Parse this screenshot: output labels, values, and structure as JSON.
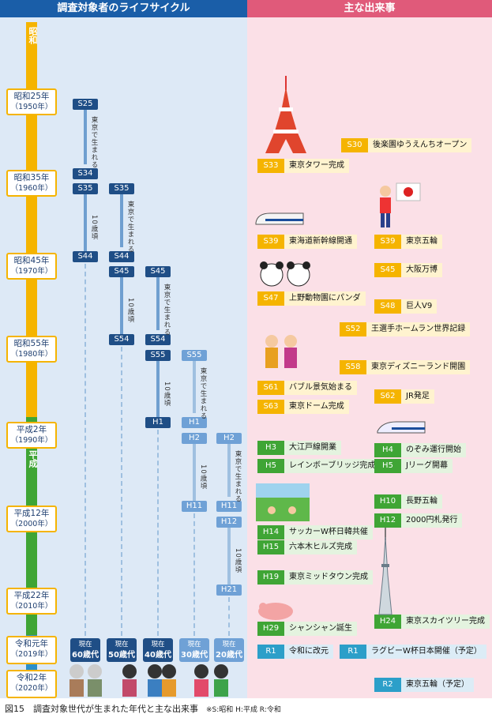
{
  "header": {
    "left_title": "調査対象者のライフサイクル",
    "right_title": "主な出来事"
  },
  "era_bands": {
    "showa": "昭和",
    "heisei": "平成"
  },
  "year_markers": [
    {
      "label": "昭和25年",
      "sub": "（1950年）"
    },
    {
      "label": "昭和35年",
      "sub": "（1960年）"
    },
    {
      "label": "昭和45年",
      "sub": "（1970年）"
    },
    {
      "label": "昭和55年",
      "sub": "（1980年）"
    },
    {
      "label": "平成2年",
      "sub": "（1990年）"
    },
    {
      "label": "平成12年",
      "sub": "（2000年）"
    },
    {
      "label": "平成22年",
      "sub": "（2010年）"
    },
    {
      "label": "令和元年",
      "sub": "（2019年）"
    },
    {
      "label": "令和2年",
      "sub": "（2020年）"
    }
  ],
  "chart_data": {
    "type": "table",
    "generations": [
      {
        "born": "S25",
        "born_end": "S34",
        "adult": "S35",
        "adult_end": "S44",
        "now": "現在 60歳代"
      },
      {
        "born": "S35",
        "born_end": "S44",
        "adult": "S45",
        "adult_end": "S54",
        "now": "現在 50歳代"
      },
      {
        "born": "S45",
        "born_end": "S54",
        "adult": "S55",
        "adult_end": "H1",
        "now": "現在 40歳代"
      },
      {
        "born": "S55",
        "born_end": "H1",
        "adult": "H2",
        "adult_end": "H11",
        "now": "現在 30歳代"
      },
      {
        "born": "H2",
        "born_end": "H11",
        "adult": "H12",
        "adult_end": "H21",
        "now": "現在 20歳代"
      }
    ],
    "born_label": "東京で生まれる",
    "decade_label": "10歳頃",
    "events": [
      {
        "code": "S30",
        "text": "後楽園ゆうえんちオープン"
      },
      {
        "code": "S33",
        "text": "東京タワー完成"
      },
      {
        "code": "S39",
        "text": "東海道新幹線開通"
      },
      {
        "code": "S39",
        "text": "東京五輪"
      },
      {
        "code": "S45",
        "text": "大阪万博"
      },
      {
        "code": "S47",
        "text": "上野動物園にパンダ"
      },
      {
        "code": "S48",
        "text": "巨人V9"
      },
      {
        "code": "S52",
        "text": "王選手ホームラン世界記録"
      },
      {
        "code": "S58",
        "text": "東京ディズニーランド開園"
      },
      {
        "code": "S61",
        "text": "バブル景気始まる"
      },
      {
        "code": "S62",
        "text": "JR発足"
      },
      {
        "code": "S63",
        "text": "東京ドーム完成"
      },
      {
        "code": "H3",
        "text": "大江戸線開業"
      },
      {
        "code": "H4",
        "text": "のぞみ運行開始"
      },
      {
        "code": "H5",
        "text": "レインボーブリッジ完成"
      },
      {
        "code": "H5",
        "text": "Jリーグ開幕"
      },
      {
        "code": "H10",
        "text": "長野五輪"
      },
      {
        "code": "H12",
        "text": "2000円札発行"
      },
      {
        "code": "H14",
        "text": "サッカーW杯日韓共催"
      },
      {
        "code": "H15",
        "text": "六本木ヒルズ完成"
      },
      {
        "code": "H19",
        "text": "東京ミッドタウン完成"
      },
      {
        "code": "H24",
        "text": "東京スカイツリー完成"
      },
      {
        "code": "H29",
        "text": "シャンシャン誕生"
      },
      {
        "code": "R1",
        "text": "令和に改元"
      },
      {
        "code": "R1",
        "text": "ラグビーW杯日本開催（予定）"
      },
      {
        "code": "R2",
        "text": "東京五輪（予定）"
      }
    ]
  },
  "caption": {
    "title": "図15　調査対象世代が生まれた年代と主な出来事",
    "note": "※S:昭和 H:平成 R:令和"
  },
  "colors": {
    "header_left": "#1a5ea8",
    "header_right": "#e05a7a",
    "left_bg": "#dde9f6",
    "right_bg": "#fbe0e7",
    "showa_band": "#f5b400",
    "heisei_band": "#3fa535",
    "reiwa_band": "#2c8fc9",
    "gen_dark": "#1f4e86",
    "gen_light": "#6fa1d6",
    "event_showa": "#f5b400",
    "event_heisei": "#3fa535",
    "event_reiwa": "#2c9fc9"
  }
}
